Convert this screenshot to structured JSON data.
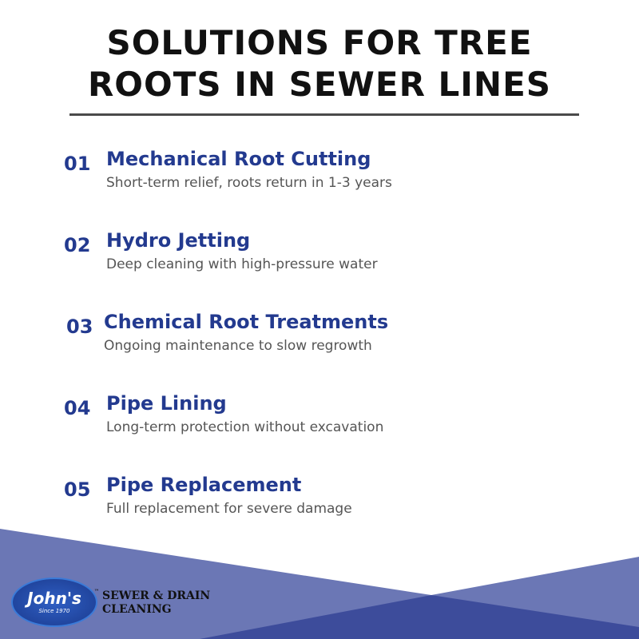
{
  "title_lines": [
    "SOLUTIONS FOR TREE",
    "ROOTS IN SEWER LINES"
  ],
  "items": [
    {
      "number": "01",
      "heading": "Mechanical Root Cutting",
      "description": "Short-term relief, roots return in 1-3 years"
    },
    {
      "number": "02",
      "heading": "Hydro Jetting",
      "description": "Deep cleaning with high-pressure water"
    },
    {
      "number": "03",
      "heading": "Chemical Root Treatments",
      "description": "Ongoing maintenance to slow regrowth"
    },
    {
      "number": "04",
      "heading": "Pipe Lining",
      "description": "Long-term protection without excavation"
    },
    {
      "number": "05",
      "heading": "Pipe Replacement",
      "description": "Full replacement for severe damage"
    }
  ],
  "logo": {
    "name": "John's",
    "since": "Since 1970",
    "tm": "™",
    "line1": "SEWER & DRAIN",
    "line2": "CLEANING"
  },
  "colors": {
    "accent": "#233a8f",
    "band_light": "#6b77b5",
    "band_dark": "#3d4c9b"
  }
}
